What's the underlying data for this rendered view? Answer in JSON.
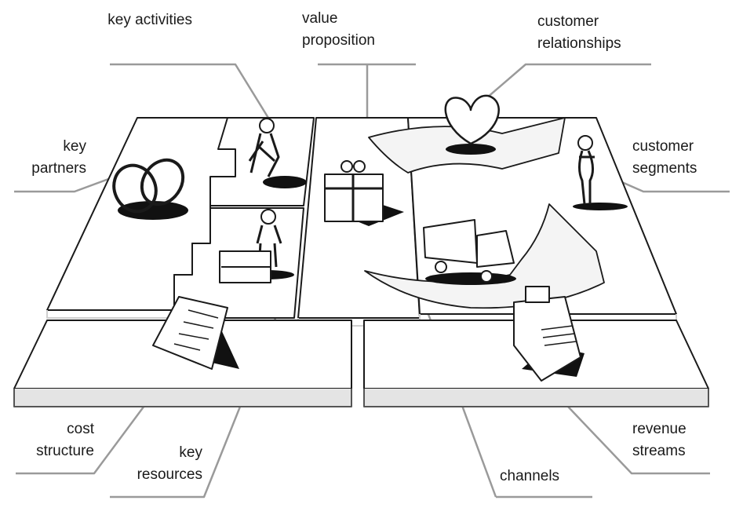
{
  "labels": {
    "key_activities": [
      "key activities"
    ],
    "value_proposition": [
      "value",
      "proposition"
    ],
    "customer_relationships": [
      "customer",
      "relationships"
    ],
    "key_partners": [
      "key",
      "partners"
    ],
    "customer_segments": [
      "customer",
      "segments"
    ],
    "cost_structure": [
      "cost",
      "structure"
    ],
    "key_resources": [
      "key",
      "resources"
    ],
    "channels": [
      "channels"
    ],
    "revenue_streams": [
      "revenue",
      "streams"
    ]
  },
  "colors": {
    "stroke": "#1a1a1a",
    "leader": "#9a9a9a",
    "panel_edge": "#cfcfcf",
    "shadow": "#111111"
  },
  "icons": [
    "rings-icon",
    "digging-worker-icon",
    "gift-box-icon",
    "heart-icon",
    "person-icon",
    "worker-with-crates-icon",
    "delivery-truck-icon",
    "document-icon",
    "cash-register-icon"
  ]
}
